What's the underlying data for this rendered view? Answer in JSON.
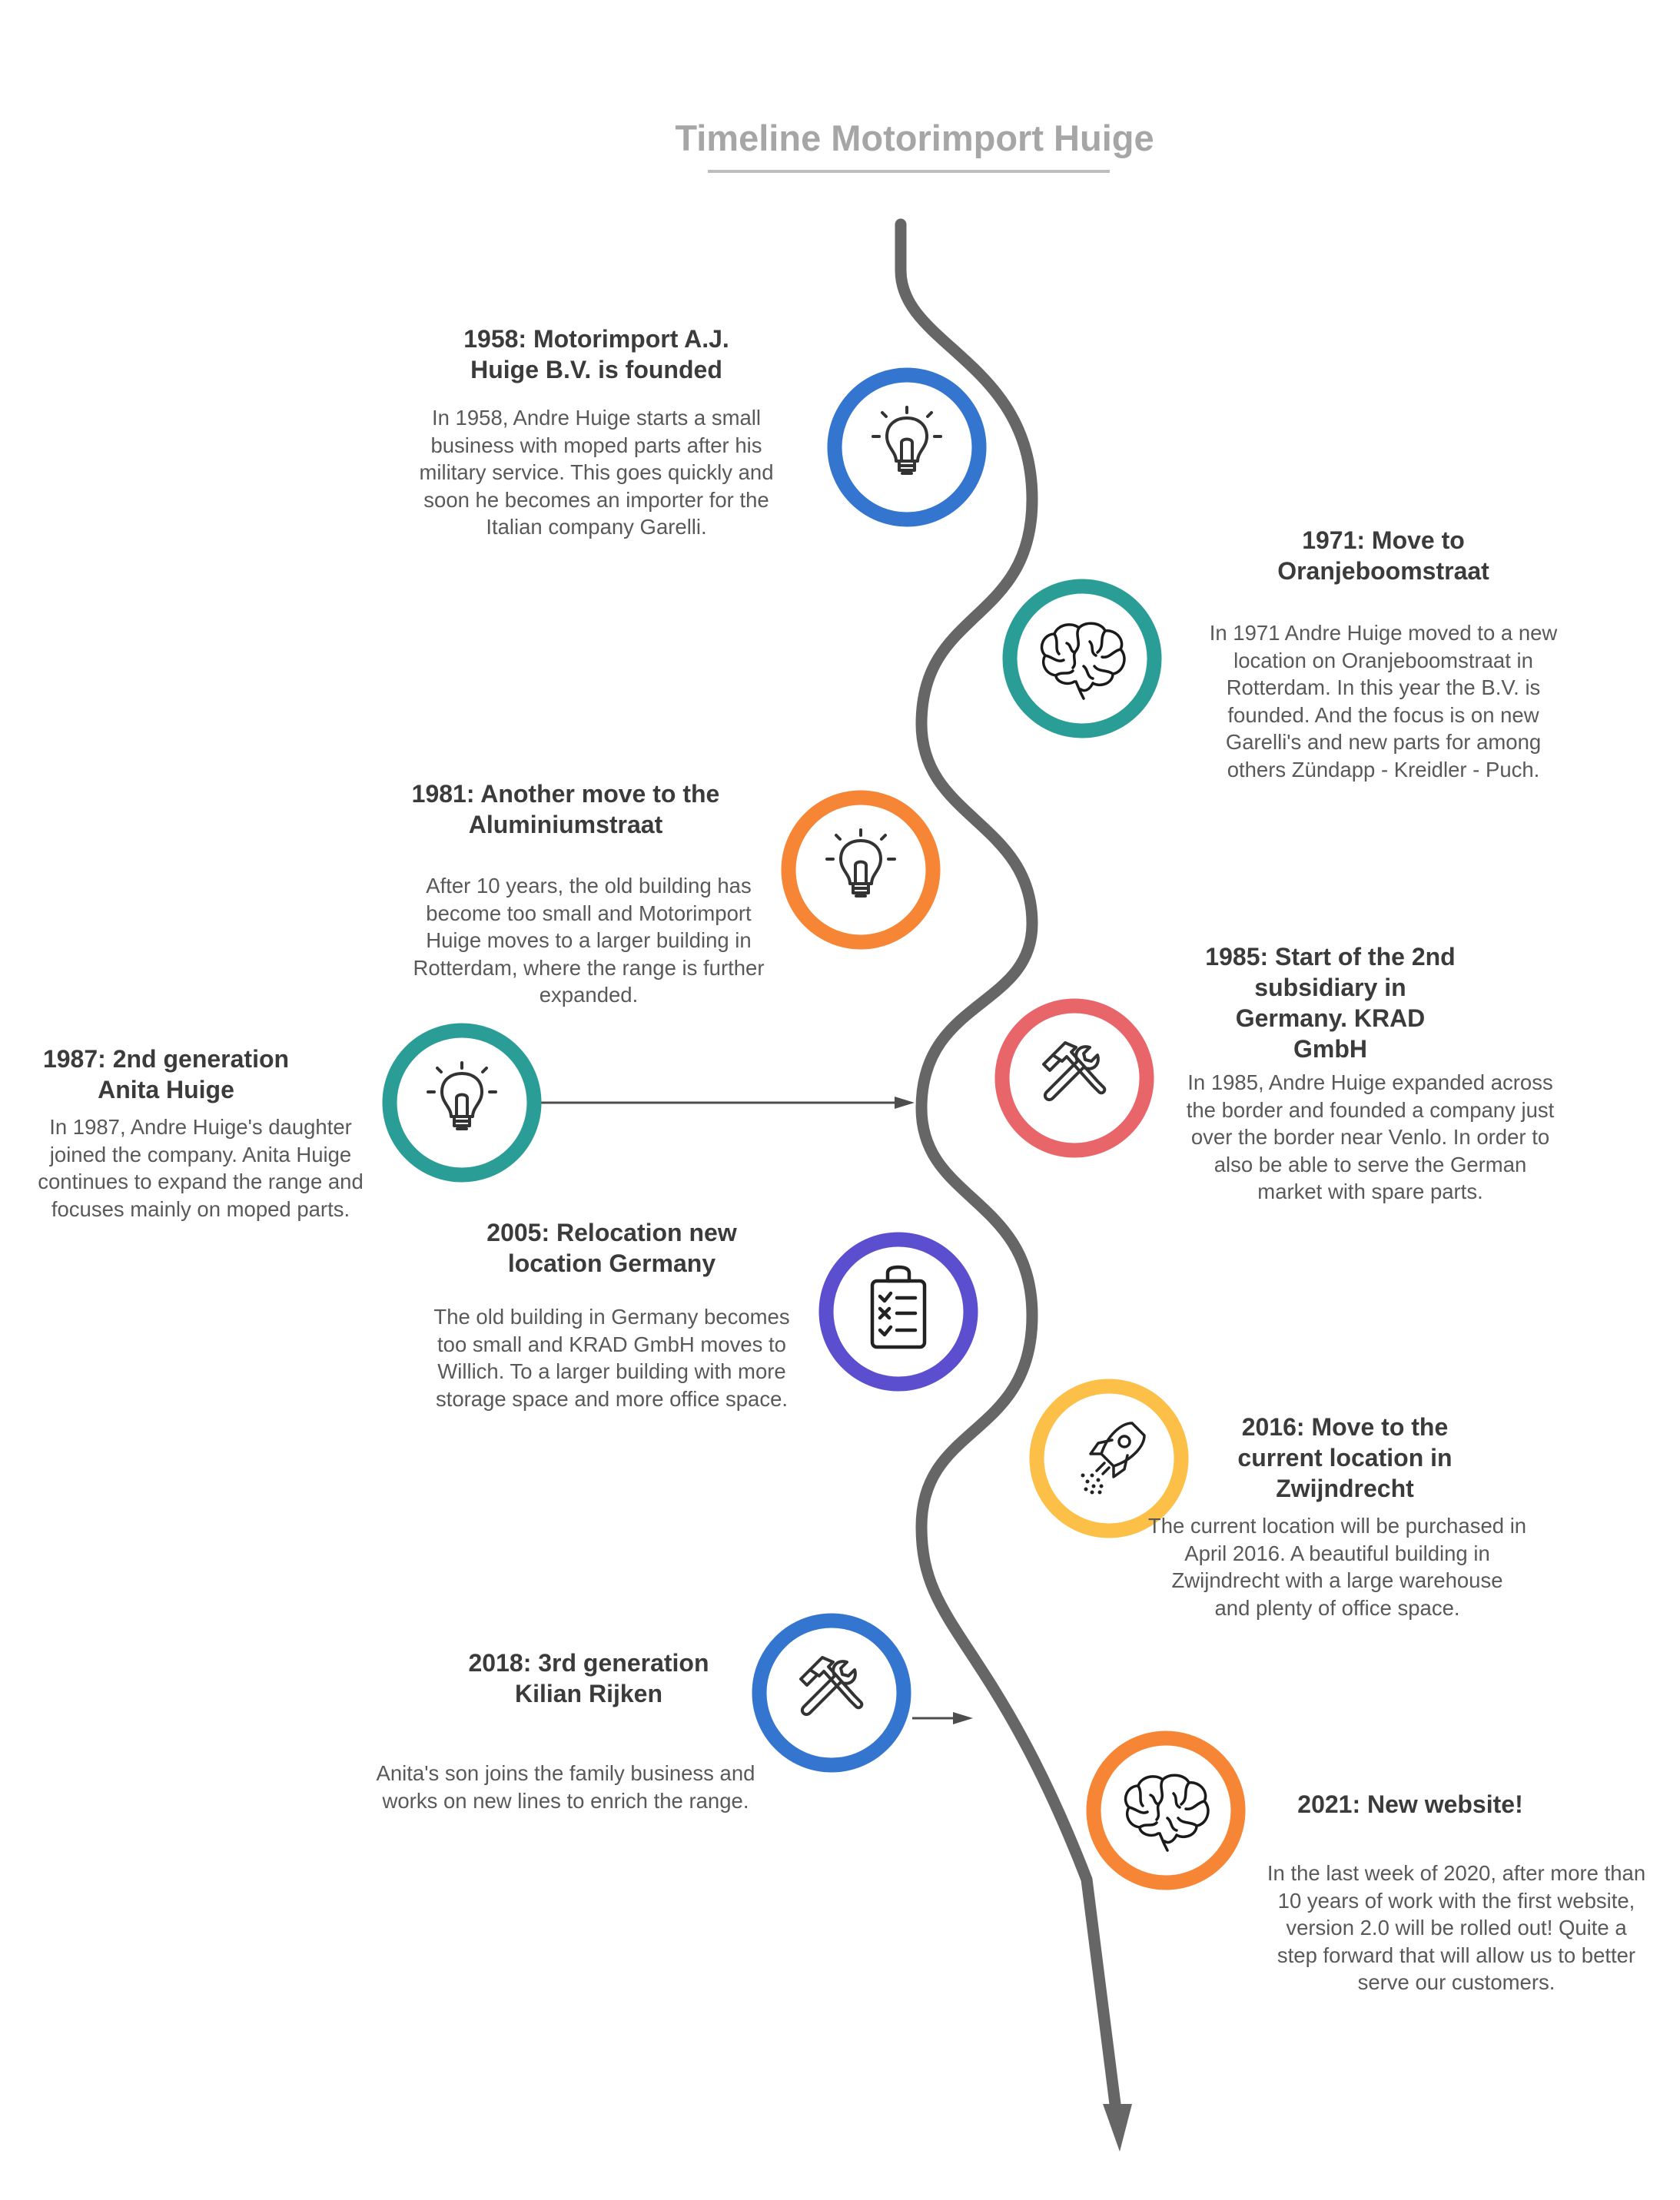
{
  "title": "Timeline Motorimport Huige",
  "colors": {
    "path": "#666666",
    "blue": "#3375cf",
    "teal": "#2a9d96",
    "orange": "#f68535",
    "red": "#e8666a",
    "purple": "#5b4fd0",
    "yellow": "#fcc048",
    "icon": "#333333"
  },
  "events": [
    {
      "year_title": "1958: Motorimport A.J.\nHuige B.V. is founded",
      "text": "In 1958, Andre Huige starts a small\nbusiness with moped parts after his\nmilitary service. This goes quickly and\nsoon he becomes an importer for the\nItalian company Garelli.",
      "icon": "lightbulb-icon",
      "color": "blue"
    },
    {
      "year_title": "1971: Move to\nOranjeboomstraat",
      "text": "In 1971 Andre Huige moved to a new\nlocation on Oranjeboomstraat in\nRotterdam. In this year the B.V. is\nfounded. And the focus is on new\nGarelli's and new parts for among\nothers Zündapp - Kreidler - Puch.",
      "icon": "brain-icon",
      "color": "teal"
    },
    {
      "year_title": "1981: Another move to the\nAluminiumstraat",
      "text": "After 10 years, the old building has\nbecome too small and Motorimport\nHuige moves to a larger building in\nRotterdam, where the range is further\nexpanded.",
      "icon": "lightbulb-icon",
      "color": "orange"
    },
    {
      "year_title": "1985: Start of the 2nd\nsubsidiary in\nGermany. KRAD\nGmbH",
      "text": "In 1985, Andre Huige expanded across\nthe border and founded a company just\nover the border near Venlo. In order to\nalso be able to serve the German\nmarket with spare parts.",
      "icon": "tools-icon",
      "color": "red"
    },
    {
      "year_title": "1987: 2nd generation\nAnita Huige",
      "text": "In 1987, Andre Huige's daughter\njoined the company. Anita Huige\ncontinues to expand the range and\nfocuses mainly on moped parts.",
      "icon": "lightbulb-icon",
      "color": "teal"
    },
    {
      "year_title": "2005: Relocation new\nlocation Germany",
      "text": "The old building in Germany becomes\ntoo small and KRAD GmbH moves to\nWillich. To a larger building with more\nstorage space and more office space.",
      "icon": "clipboard-checklist-icon",
      "color": "purple"
    },
    {
      "year_title": "2016: Move to the\ncurrent location in\nZwijndrecht",
      "text": "The current location will be purchased in\nApril 2016. A beautiful building in\nZwijndrecht with a large warehouse\nand plenty of office space.",
      "icon": "rocket-icon",
      "color": "yellow"
    },
    {
      "year_title": "2018: 3rd generation\nKilian Rijken",
      "text": "Anita's son joins the family business and\nworks on new lines to enrich the range.",
      "icon": "tools-icon",
      "color": "blue"
    },
    {
      "year_title": "2021: New website!",
      "text": "In the last week of 2020, after more than\n10 years of work with the first website,\nversion 2.0 will be rolled out! Quite a\nstep forward that will allow us to better\nserve our customers.",
      "icon": "brain-icon",
      "color": "orange"
    }
  ]
}
